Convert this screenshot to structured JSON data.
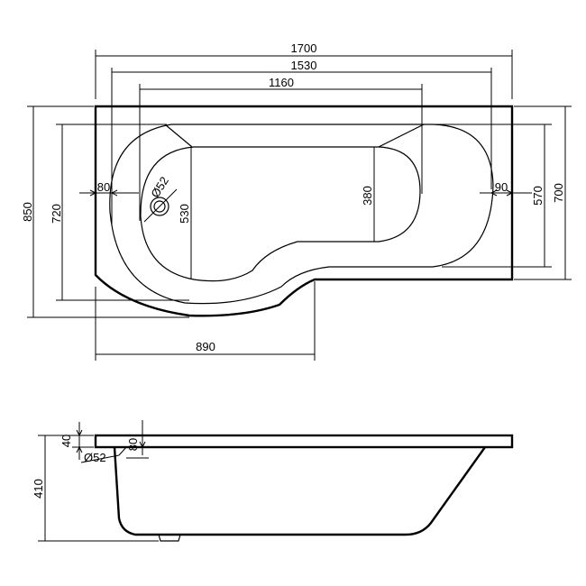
{
  "plan_view": {
    "dimensions": {
      "overall_length": "1700",
      "inner_length": "1530",
      "bottom_length": "1160",
      "overall_width": "850",
      "inner_width_left": "720",
      "bottom_width_left": "530",
      "rim_left": "80",
      "waste_diameter": "Ø52",
      "bottom_width_right": "380",
      "rim_right": "90",
      "inner_width_right": "570",
      "width_right": "700",
      "step_length": "890"
    }
  },
  "side_view": {
    "dimensions": {
      "overall_height": "410",
      "rim_thickness": "40",
      "waste_diameter": "Ø52",
      "waste_offset": "80"
    }
  }
}
